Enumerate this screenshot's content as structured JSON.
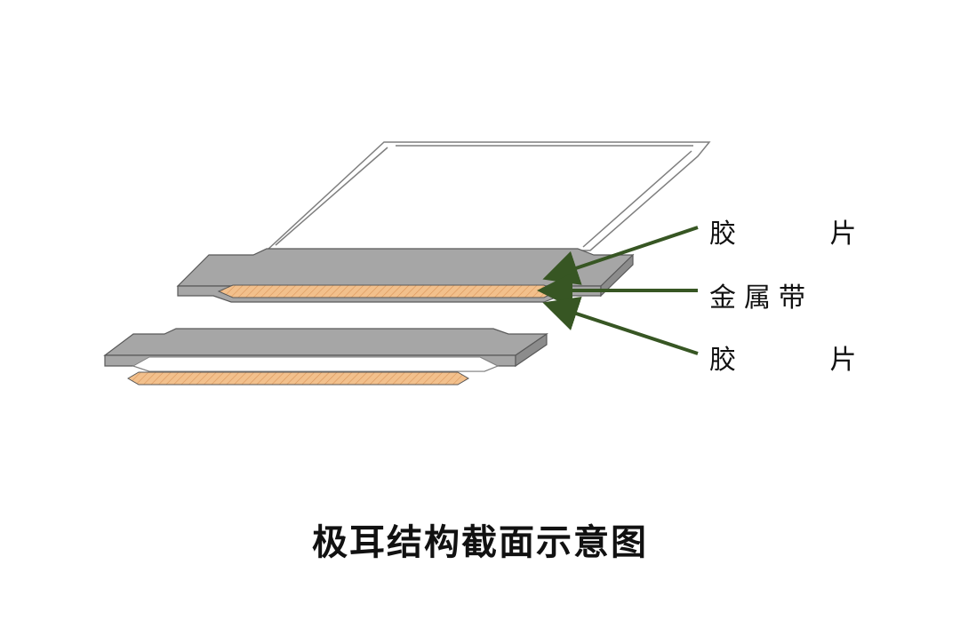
{
  "labels": {
    "tape_top": "胶  片",
    "metal_strip": "金属带",
    "tape_bottom": "胶  片"
  },
  "caption": "极耳结构截面示意图",
  "colors": {
    "tape_gray": "#a6a6a6",
    "tape_edge": "#595959",
    "metal": "#f2c08c",
    "arrow": "#375623",
    "frame": "#7f7f7f"
  },
  "icons": [
    "arrow-icon"
  ]
}
